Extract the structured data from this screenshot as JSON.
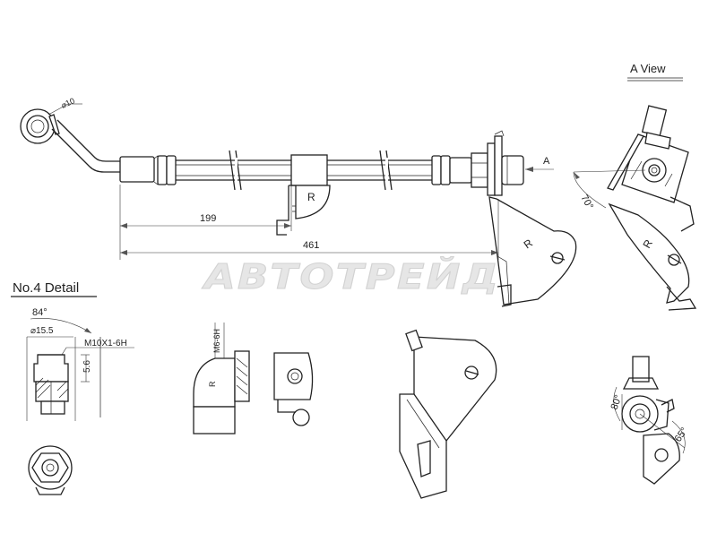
{
  "labels": {
    "a_view": "A  View",
    "arrow_a": "A",
    "diameter_10": "⌀10",
    "dim_199": "199",
    "dim_461": "461",
    "r_bracket_hose": "R",
    "r_bracket_main": "R",
    "r_view": "R",
    "angle_70": "70°",
    "detail_title": "No.4  Detail",
    "angle_84": "84°",
    "diameter_15_5": "⌀15.5",
    "thread_m10": "M10X1-6H",
    "dim_5_6": "5.6",
    "thread_m6": "M6-6H",
    "r_small": "R",
    "angle_80": "80°",
    "angle_65": "65°"
  },
  "watermark": "АВТОТРЕЙД",
  "colors": {
    "line": "#222222",
    "dim": "#333333",
    "watermark": "#e6e6e6"
  }
}
